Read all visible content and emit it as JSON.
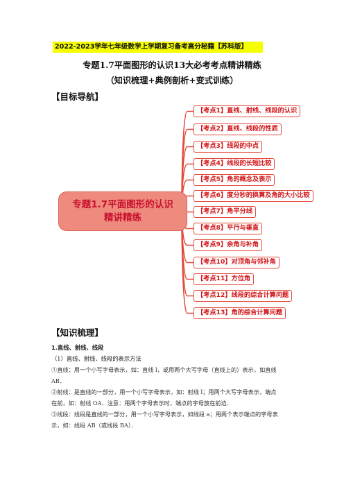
{
  "header": {
    "banner": "2022-2023学年七年级数学上学期复习备考高分秘籍【苏科版】",
    "title": "专题1.7平面图形的认识13大必考考点精讲精练",
    "subtitle": "（知识梳理+典例剖析+变式训练）"
  },
  "sections": {
    "goal": "【目标导航】",
    "knowledge": "【知识梳理】"
  },
  "mindmap": {
    "center_line1": "专题1.7平面图形的认识",
    "center_line2": "精讲精练",
    "line_color": "#e24a3a",
    "center_color": "#ee8b7e",
    "nodes": [
      "【考点1】直线、射线、线段的认识",
      "【考点2】直线、线段的性质",
      "【考点3】线段的中点",
      "【考点4】线段的长短比较",
      "【考点5】角的概念及表示",
      "【考点6】度分秒的换算及角的大小比较",
      "【考点7】角平分线",
      "【考点8】平行与垂直",
      "【考点9】余角与补角",
      "【考点10】对顶角与邻补角",
      "【考点11】方位角",
      "【考点12】线段的综合计算问题",
      "【考点13】角的综合计算问题"
    ]
  },
  "content": {
    "heading": "1.直线、射线、线段",
    "sub": "（1）直线、射线、线段的表示方法",
    "lines": [
      "①直线：用一个小写字母表示，如：直线 l，或用两个大写字母（直线上的）表示，如直线",
      "AB．",
      "②射线：是直线的一部分，用一个小写字母表示，如：射线 l；用两个大写字母表示，端点",
      "在前，如：射线 OA．注意：用两个字母表示时，端点的字母放在前边．",
      "③线段：线段是直线的一部分，用一个小写字母表示，如线段 a；用两个表示端点的字母表",
      "示，如：线段 AB（或线段 BA）．"
    ]
  }
}
